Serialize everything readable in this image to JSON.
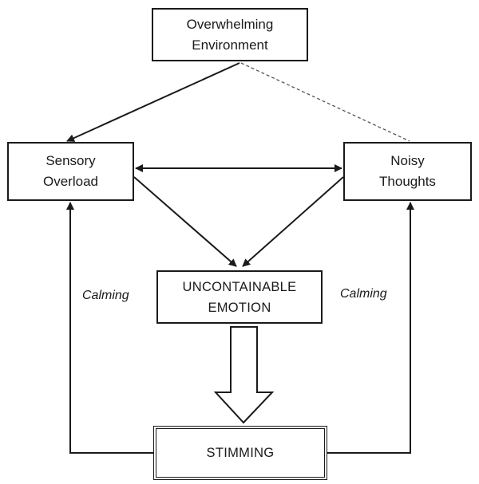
{
  "nodes": {
    "environment": {
      "lines": [
        "Overwhelming",
        "Environment"
      ]
    },
    "sensory": {
      "lines": [
        "Sensory",
        "Overload"
      ]
    },
    "noisy": {
      "lines": [
        "Noisy",
        "Thoughts"
      ]
    },
    "emotion": {
      "lines": [
        "UNCONTAINABLE",
        "EMOTION"
      ]
    },
    "stimming": {
      "lines": [
        "STIMMING"
      ]
    }
  },
  "edge_labels": {
    "left": "Calming",
    "right": "Calming"
  },
  "edges": [
    {
      "from": "environment",
      "to": "sensory",
      "style": "solid",
      "direction": "forward"
    },
    {
      "from": "environment",
      "to": "noisy",
      "style": "dashed",
      "direction": "none"
    },
    {
      "from": "sensory",
      "to": "noisy",
      "style": "solid",
      "direction": "both"
    },
    {
      "from": "sensory",
      "to": "emotion",
      "style": "solid",
      "direction": "forward"
    },
    {
      "from": "noisy",
      "to": "emotion",
      "style": "solid",
      "direction": "forward"
    },
    {
      "from": "emotion",
      "to": "stimming",
      "style": "block-arrow",
      "direction": "forward"
    },
    {
      "from": "stimming",
      "to": "sensory",
      "style": "solid",
      "direction": "forward",
      "label": "left"
    },
    {
      "from": "stimming",
      "to": "noisy",
      "style": "solid",
      "direction": "forward",
      "label": "right"
    }
  ]
}
